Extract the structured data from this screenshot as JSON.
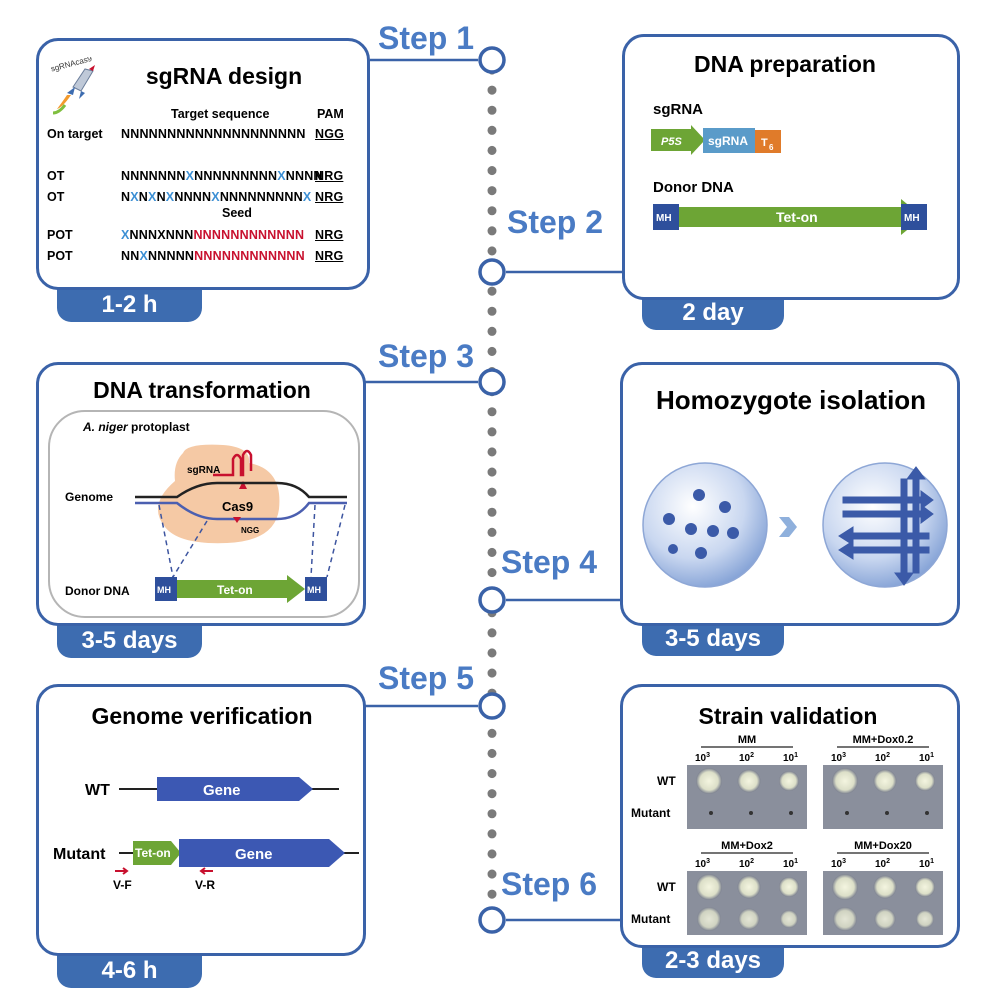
{
  "steps": [
    "Step 1",
    "Step 2",
    "Step 3",
    "Step 4",
    "Step 5",
    "Step 6"
  ],
  "panel1": {
    "logo_text": "sgRNAcas9",
    "title": "sgRNA design",
    "header_target": "Target sequence",
    "header_pam": "PAM",
    "rows": [
      {
        "label": "On target",
        "seq": [
          [
            "NNNNNNNNNNNNNNNNNNNN",
            "n"
          ]
        ],
        "pam": "NGG"
      },
      {
        "label": "OT",
        "seq": [
          [
            "NNNNNNN",
            "n"
          ],
          [
            "X",
            "x"
          ],
          [
            "NNNNNNNNN",
            "n"
          ],
          [
            "X",
            "x"
          ],
          [
            "NNNN",
            "n"
          ]
        ],
        "pam": "NRG"
      },
      {
        "label": "OT",
        "seq": [
          [
            "N",
            "n"
          ],
          [
            "X",
            "x"
          ],
          [
            "N",
            "n"
          ],
          [
            "X",
            "x"
          ],
          [
            "N",
            "n"
          ],
          [
            "X",
            "x"
          ],
          [
            "NNNN",
            "n"
          ],
          [
            "X",
            "x"
          ],
          [
            "NNNNNNNNN",
            "n"
          ],
          [
            "X",
            "x"
          ]
        ],
        "pam": "NRG"
      },
      {
        "label": "POT",
        "seq": [
          [
            "X",
            "x"
          ],
          [
            "NNNXNNN",
            "n"
          ],
          [
            "NNNNNNNNNNNN",
            "r"
          ]
        ],
        "pam": "NRG"
      },
      {
        "label": "POT",
        "seq": [
          [
            "NN",
            "n"
          ],
          [
            "X",
            "x"
          ],
          [
            "NNNNN",
            "n"
          ],
          [
            "NNNNNNNNNNNN",
            "r"
          ]
        ],
        "pam": "NRG"
      }
    ],
    "seed_label": "Seed",
    "time": "1-2 h"
  },
  "panel2": {
    "title": "DNA preparation",
    "sgrna_label": "sgRNA",
    "p5s": "P5S",
    "sgrna_box": "sgRNA",
    "t6": "T",
    "t6_sub": "6",
    "donor_label": "Donor DNA",
    "mh": "MH",
    "teton": "Tet-on",
    "time": "2 day"
  },
  "panel3": {
    "title": "DNA transformation",
    "protoplast_italic": "A. niger",
    "protoplast_rest": " protoplast",
    "sgrna": "sgRNA",
    "cas9": "Cas9",
    "ngg": "NGG",
    "genome": "Genome",
    "donor": "Donor DNA",
    "mh": "MH",
    "teton": "Tet-on",
    "time": "3-5 days"
  },
  "panel4": {
    "title": "Homozygote isolation",
    "time": "3-5 days"
  },
  "panel5": {
    "title": "Genome verification",
    "wt": "WT",
    "mutant": "Mutant",
    "gene": "Gene",
    "teton": "Tet-on",
    "vf": "V-F",
    "vr": "V-R",
    "time": "4-6 h"
  },
  "panel6": {
    "title": "Strain validation",
    "conditions": [
      "MM",
      "MM+Dox0.2",
      "MM+Dox2",
      "MM+Dox20"
    ],
    "dil_base": "10",
    "dil_exp": [
      "3",
      "2",
      "1"
    ],
    "wt": "WT",
    "mutant": "Mutant",
    "time": "2-3 days"
  },
  "colors": {
    "accent": "#3d6cb0",
    "step_text": "#4a7bc4",
    "green": "#6da535",
    "mh_blue": "#2e4f9c",
    "red": "#c8102e",
    "mismatch": "#3c8fd4"
  }
}
